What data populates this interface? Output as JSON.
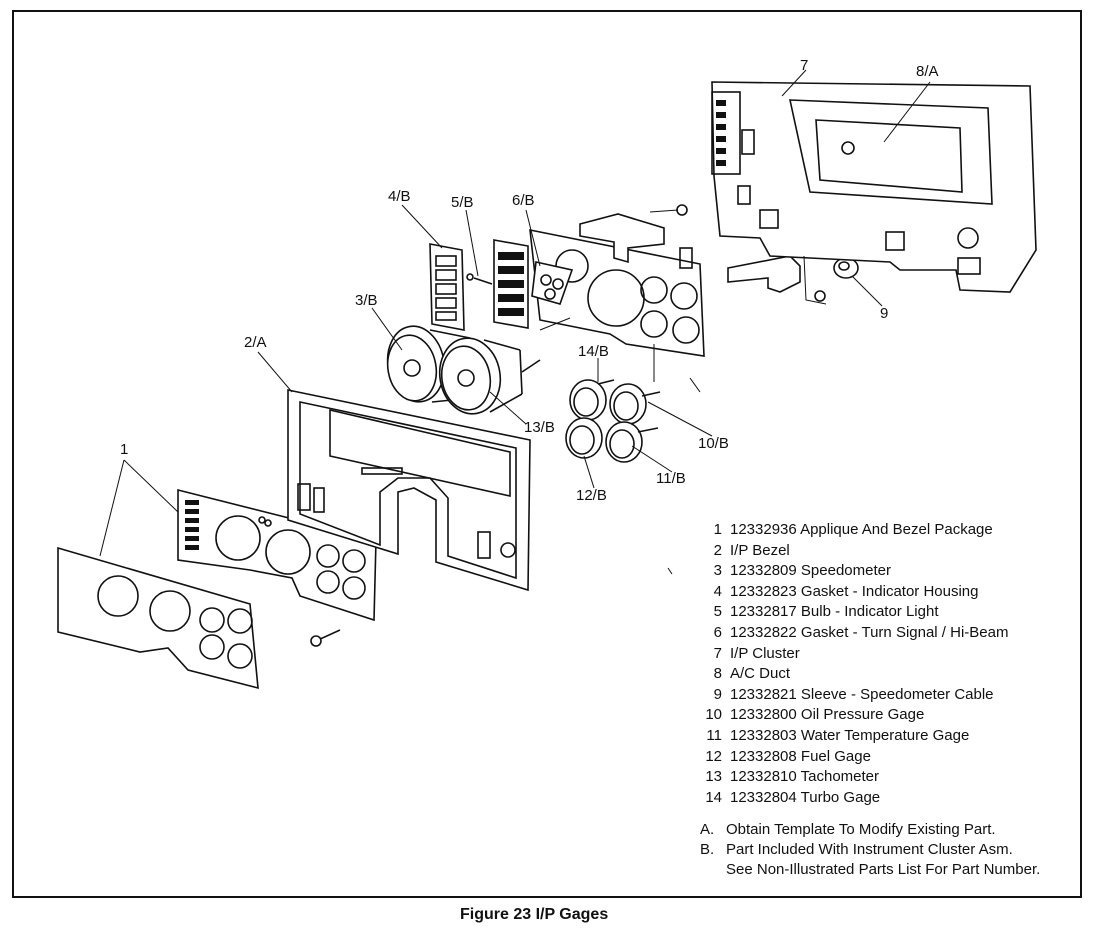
{
  "callouts": {
    "c1": "1",
    "c2a": "2/A",
    "c3b": "3/B",
    "c4b": "4/B",
    "c5b": "5/B",
    "c6b": "6/B",
    "c7": "7",
    "c8a": "8/A",
    "c9": "9",
    "c10b": "10/B",
    "c11b": "11/B",
    "c12b": "12/B",
    "c13b": "13/B",
    "c14b": "14/B"
  },
  "legend": [
    {
      "num": "1",
      "text": "12332936 Applique And Bezel Package"
    },
    {
      "num": "2",
      "text": "I/P Bezel"
    },
    {
      "num": "3",
      "text": "12332809 Speedometer"
    },
    {
      "num": "4",
      "text": "12332823 Gasket - Indicator Housing"
    },
    {
      "num": "5",
      "text": "12332817 Bulb - Indicator Light"
    },
    {
      "num": "6",
      "text": "12332822 Gasket - Turn Signal / Hi-Beam"
    },
    {
      "num": "7",
      "text": "I/P Cluster"
    },
    {
      "num": "8",
      "text": "A/C Duct"
    },
    {
      "num": "9",
      "text": "12332821 Sleeve - Speedometer Cable"
    },
    {
      "num": "10",
      "text": "12332800 Oil Pressure Gage"
    },
    {
      "num": "11",
      "text": "12332803 Water Temperature Gage"
    },
    {
      "num": "12",
      "text": "12332808 Fuel Gage"
    },
    {
      "num": "13",
      "text": "12332810 Tachometer"
    },
    {
      "num": "14",
      "text": "12332804 Turbo Gage"
    }
  ],
  "notes": {
    "a_letter": "A.",
    "a_text": "Obtain Template To Modify Existing Part.",
    "b_letter": "B.",
    "b_text1": "Part Included With Instrument Cluster Asm.",
    "b_text2": "See Non-Illustrated Parts List For Part Number."
  },
  "caption": "Figure 23 I/P Gages"
}
